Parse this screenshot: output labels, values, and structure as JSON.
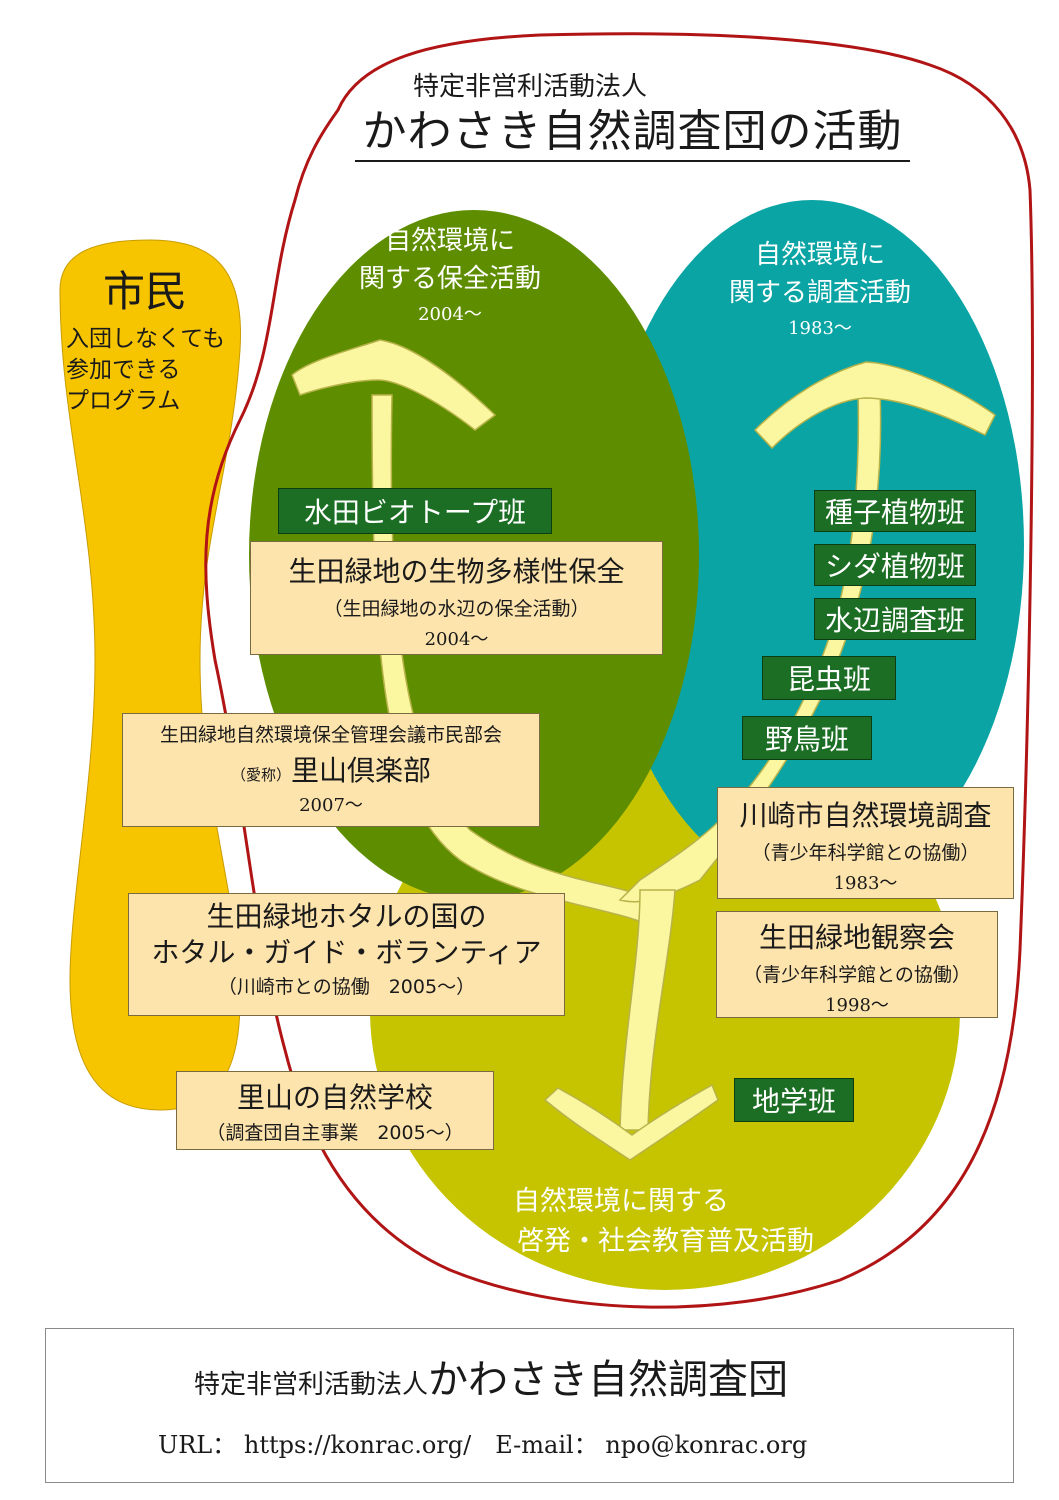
{
  "header": {
    "org_type": "特定非営利活動法人",
    "title": "かわさき自然調査団の活動"
  },
  "citizens": {
    "title": "市民",
    "subtitle_lines": [
      "入団しなくても",
      "参加できる",
      "プログラム"
    ]
  },
  "conservation": {
    "label_lines": [
      "自然環境に",
      "関する保全活動"
    ],
    "year": "2004～"
  },
  "survey": {
    "label_lines": [
      "自然環境に",
      "関する調査活動"
    ],
    "year": "1983～"
  },
  "education": {
    "label_lines": [
      "自然環境に関する",
      "啓発・社会教育普及活動"
    ]
  },
  "teams": {
    "paddy": "水田ビオトープ班",
    "seed_plants": "種子植物班",
    "ferns": "シダ植物班",
    "waterside": "水辺調査班",
    "insects": "昆虫班",
    "birds": "野鳥班",
    "geology": "地学班"
  },
  "boxes": {
    "biodiversity": {
      "title": "生田緑地の生物多様性保全",
      "sub": "（生田緑地の水辺の保全活動）",
      "year": "2004～"
    },
    "satoyama_club": {
      "line1": "生田緑地自然環境保全管理会議市民部会",
      "nick_label": "（愛称）",
      "name": "里山倶楽部",
      "year": "2007～"
    },
    "firefly": {
      "line1": "生田緑地ホタルの国の",
      "line2": "ホタル・ガイド・ボランティア",
      "sub": "（川崎市との協働　2005～）"
    },
    "school": {
      "title": "里山の自然学校",
      "sub": "（調査団自主事業　2005～）"
    },
    "kawasaki_survey": {
      "title": "川崎市自然環境調査",
      "sub": "（青少年科学館との協働）",
      "year": "1983～"
    },
    "observation": {
      "title": "生田緑地観察会",
      "sub": "（青少年科学館との協働）",
      "year": "1998～"
    }
  },
  "footer": {
    "org_type": "特定非営利活動法人",
    "org_name": "かわさき自然調査団",
    "contact": "URL： https://konrac.org/　E-mail： npo@konrac.org"
  },
  "colors": {
    "citizens": "#f7c500",
    "conservation": "#5e8e00",
    "survey": "#0aa4a4",
    "education": "#c6c400",
    "arrow": "#fbf7a0",
    "team": "#1b6e24",
    "box": "#fde4ad",
    "outline": "#b11414"
  }
}
